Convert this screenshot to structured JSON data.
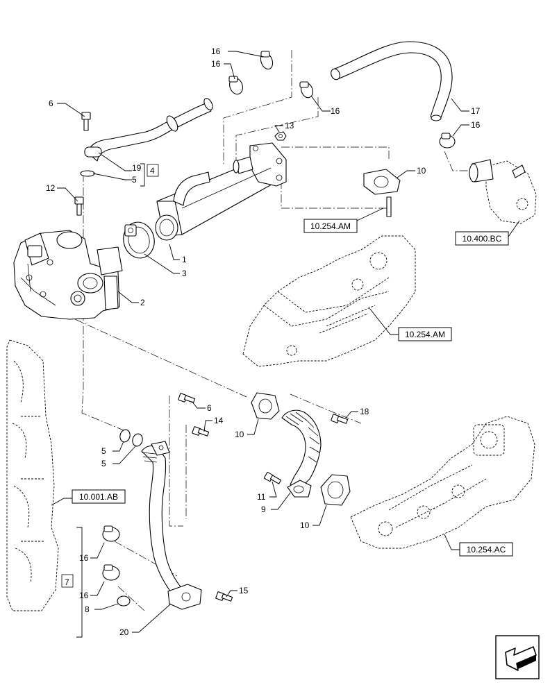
{
  "callouts": {
    "c1": "1",
    "c2": "2",
    "c3": "3",
    "c4": "4",
    "c5a": "5",
    "c5b": "5",
    "c5c": "5",
    "c6a": "6",
    "c6b": "6",
    "c7": "7",
    "c8": "8",
    "c9": "9",
    "c10a": "10",
    "c10b": "10",
    "c10c": "10",
    "c11": "11",
    "c12": "12",
    "c13": "13",
    "c14": "14",
    "c15": "15",
    "c16a": "16",
    "c16b": "16",
    "c16c": "16",
    "c16d": "16",
    "c16e": "16",
    "c16f": "16",
    "c17": "17",
    "c18": "18",
    "c19": "19",
    "c20": "20"
  },
  "refs": {
    "r_254am_1": "10.254.AM",
    "r_254am_2": "10.254.AM",
    "r_400bc": "10.400.BC",
    "r_001ab": "10.001.AB",
    "r_254ac": "10.254.AC"
  },
  "nav_icon": "arrow-navigation-icon"
}
